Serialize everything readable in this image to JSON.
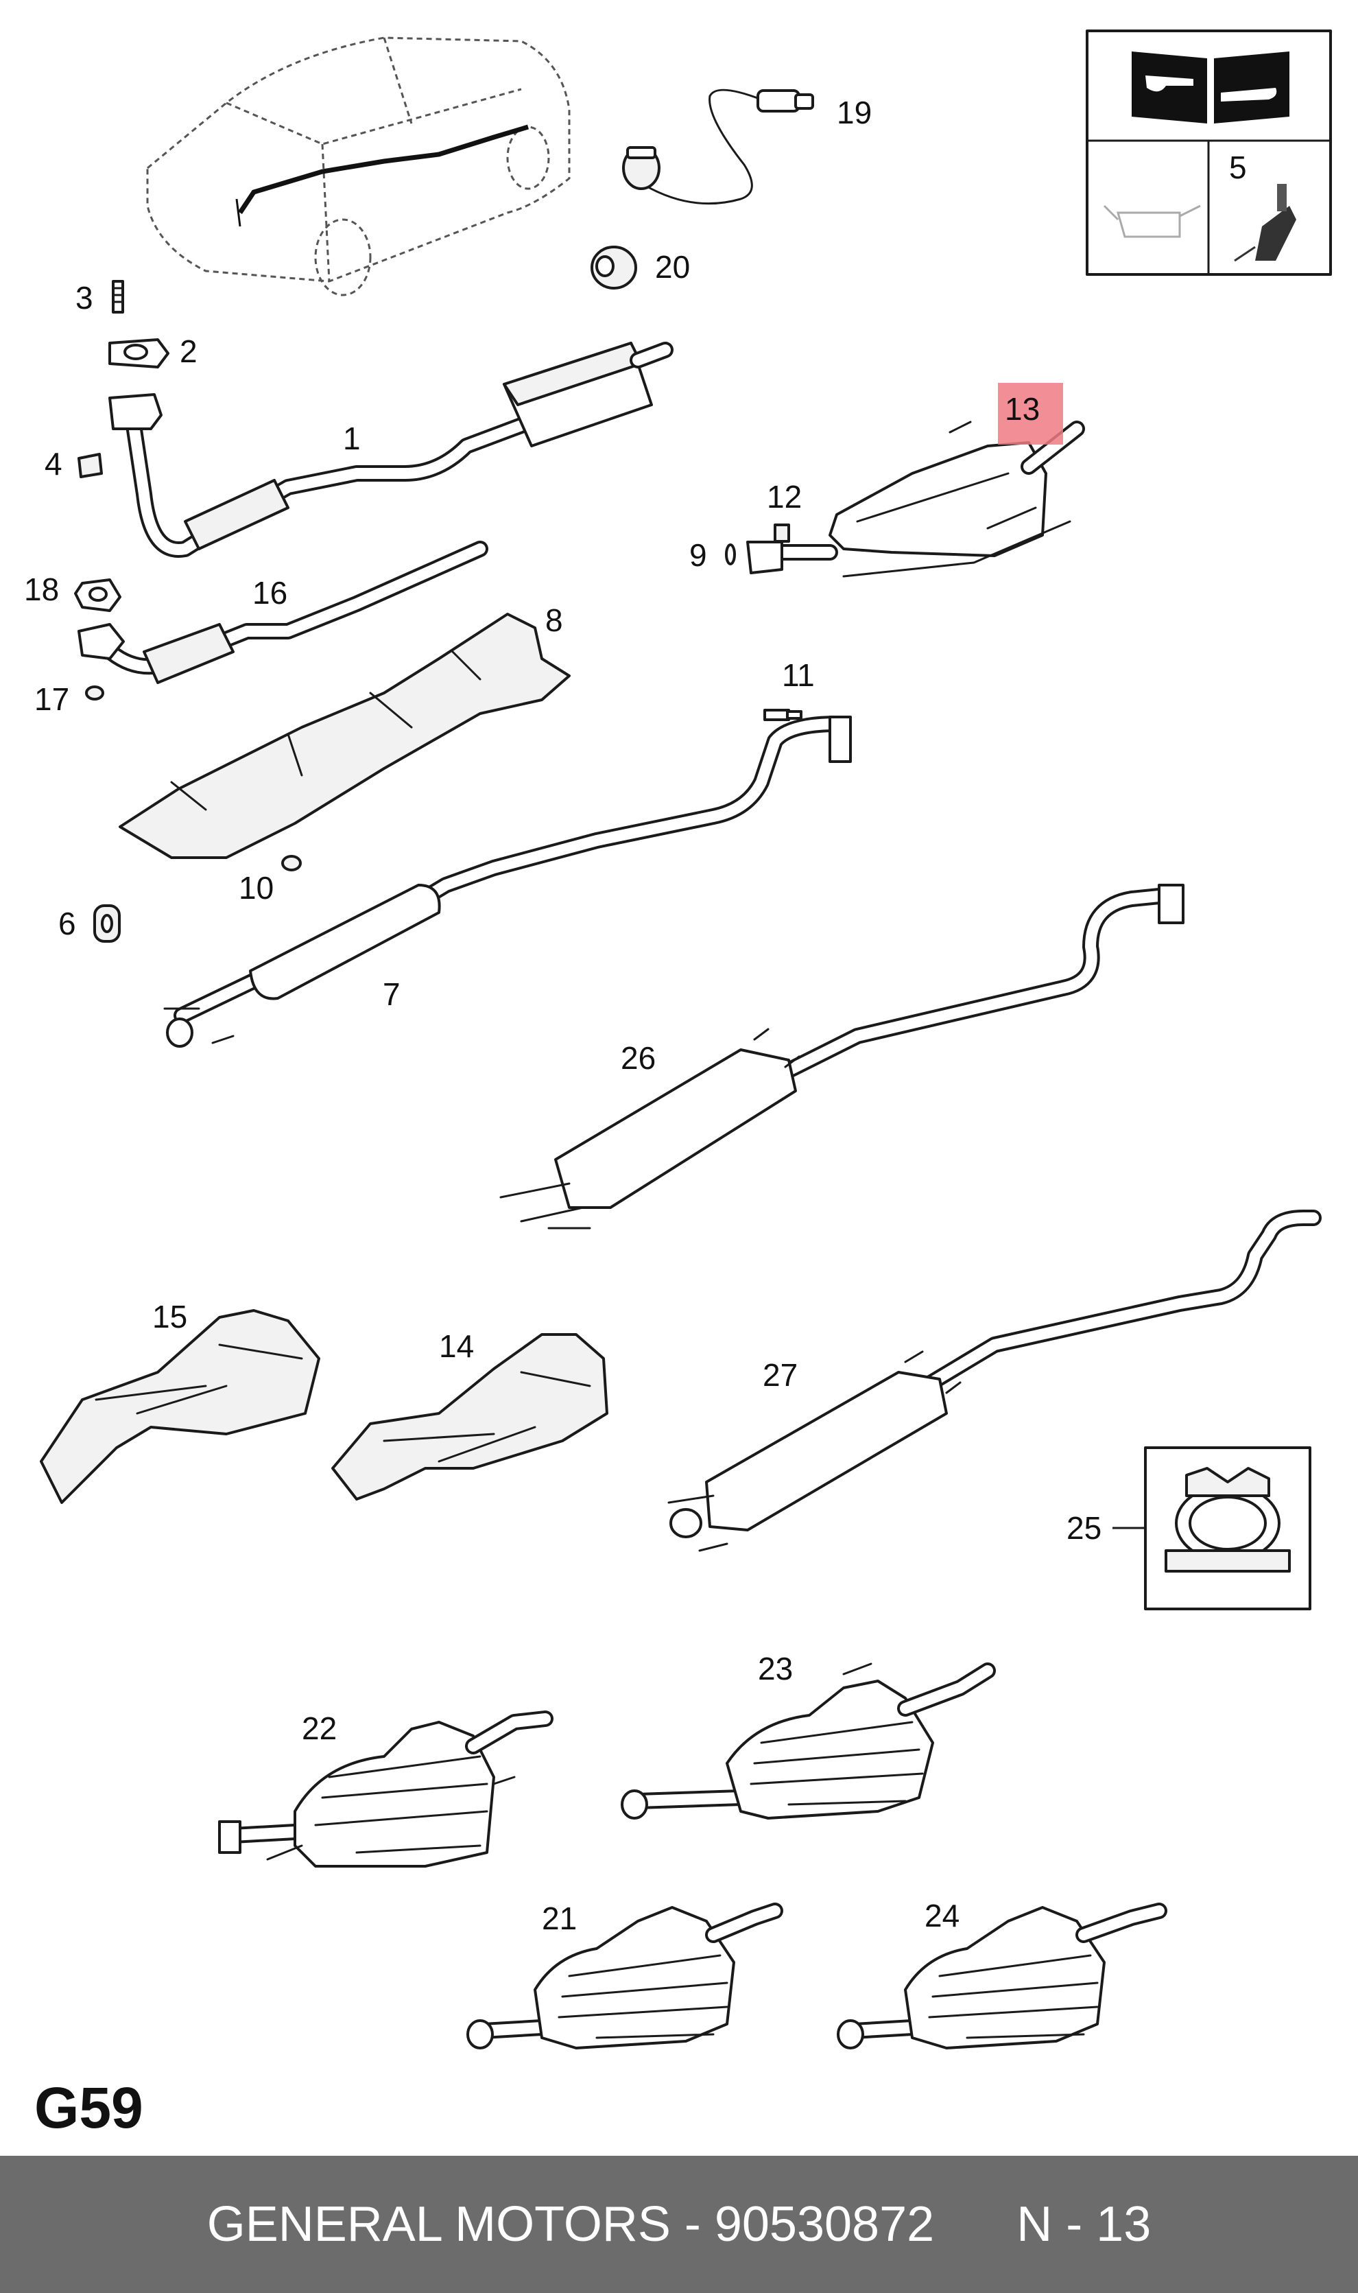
{
  "diagram": {
    "page_code": "G59",
    "highlight_color": "#f07a84",
    "callouts": {
      "p1": "1",
      "p2": "2",
      "p3": "3",
      "p4": "4",
      "p5": "5",
      "p6": "6",
      "p7": "7",
      "p8": "8",
      "p9": "9",
      "p10": "10",
      "p11": "11",
      "p12": "12",
      "p13": "13",
      "p14": "14",
      "p15": "15",
      "p16": "16",
      "p17": "17",
      "p18": "18",
      "p19": "19",
      "p20": "20",
      "p21": "21",
      "p22": "22",
      "p23": "23",
      "p24": "24",
      "p25": "25",
      "p26": "26",
      "p27": "27"
    },
    "highlighted_part": "13",
    "icons": [
      "workshop-manual-icon",
      "oil-can-icon",
      "sealant-tube-icon"
    ]
  },
  "footer": {
    "text": "GENERAL MOTORS - 90530872      N - 13",
    "background": "#6c6c6c"
  }
}
